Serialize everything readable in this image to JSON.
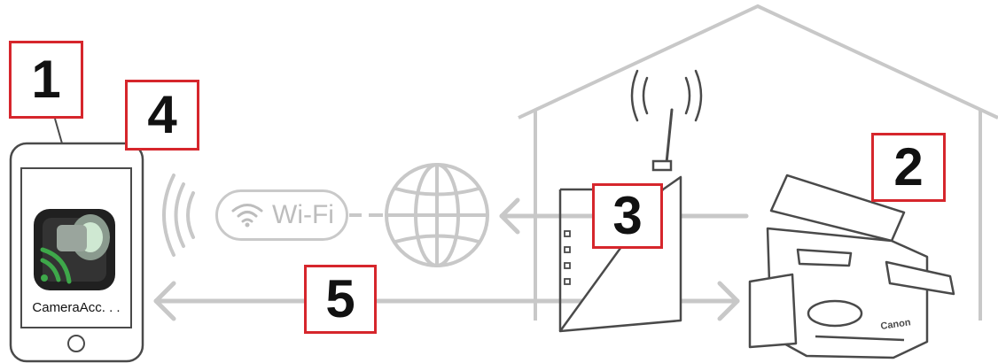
{
  "steps": {
    "one": "1",
    "two": "2",
    "three": "3",
    "four": "4",
    "five": "5"
  },
  "wifi": {
    "label": "Wi-Fi"
  },
  "phone": {
    "app_label": "CameraAcc. . ."
  },
  "camera": {
    "brand": "Canon"
  },
  "colors": {
    "step_border": "#d6262c",
    "line_gray": "#c8c8c8",
    "outline_dark": "#4a4a4a",
    "app_green": "#3ea84a"
  }
}
